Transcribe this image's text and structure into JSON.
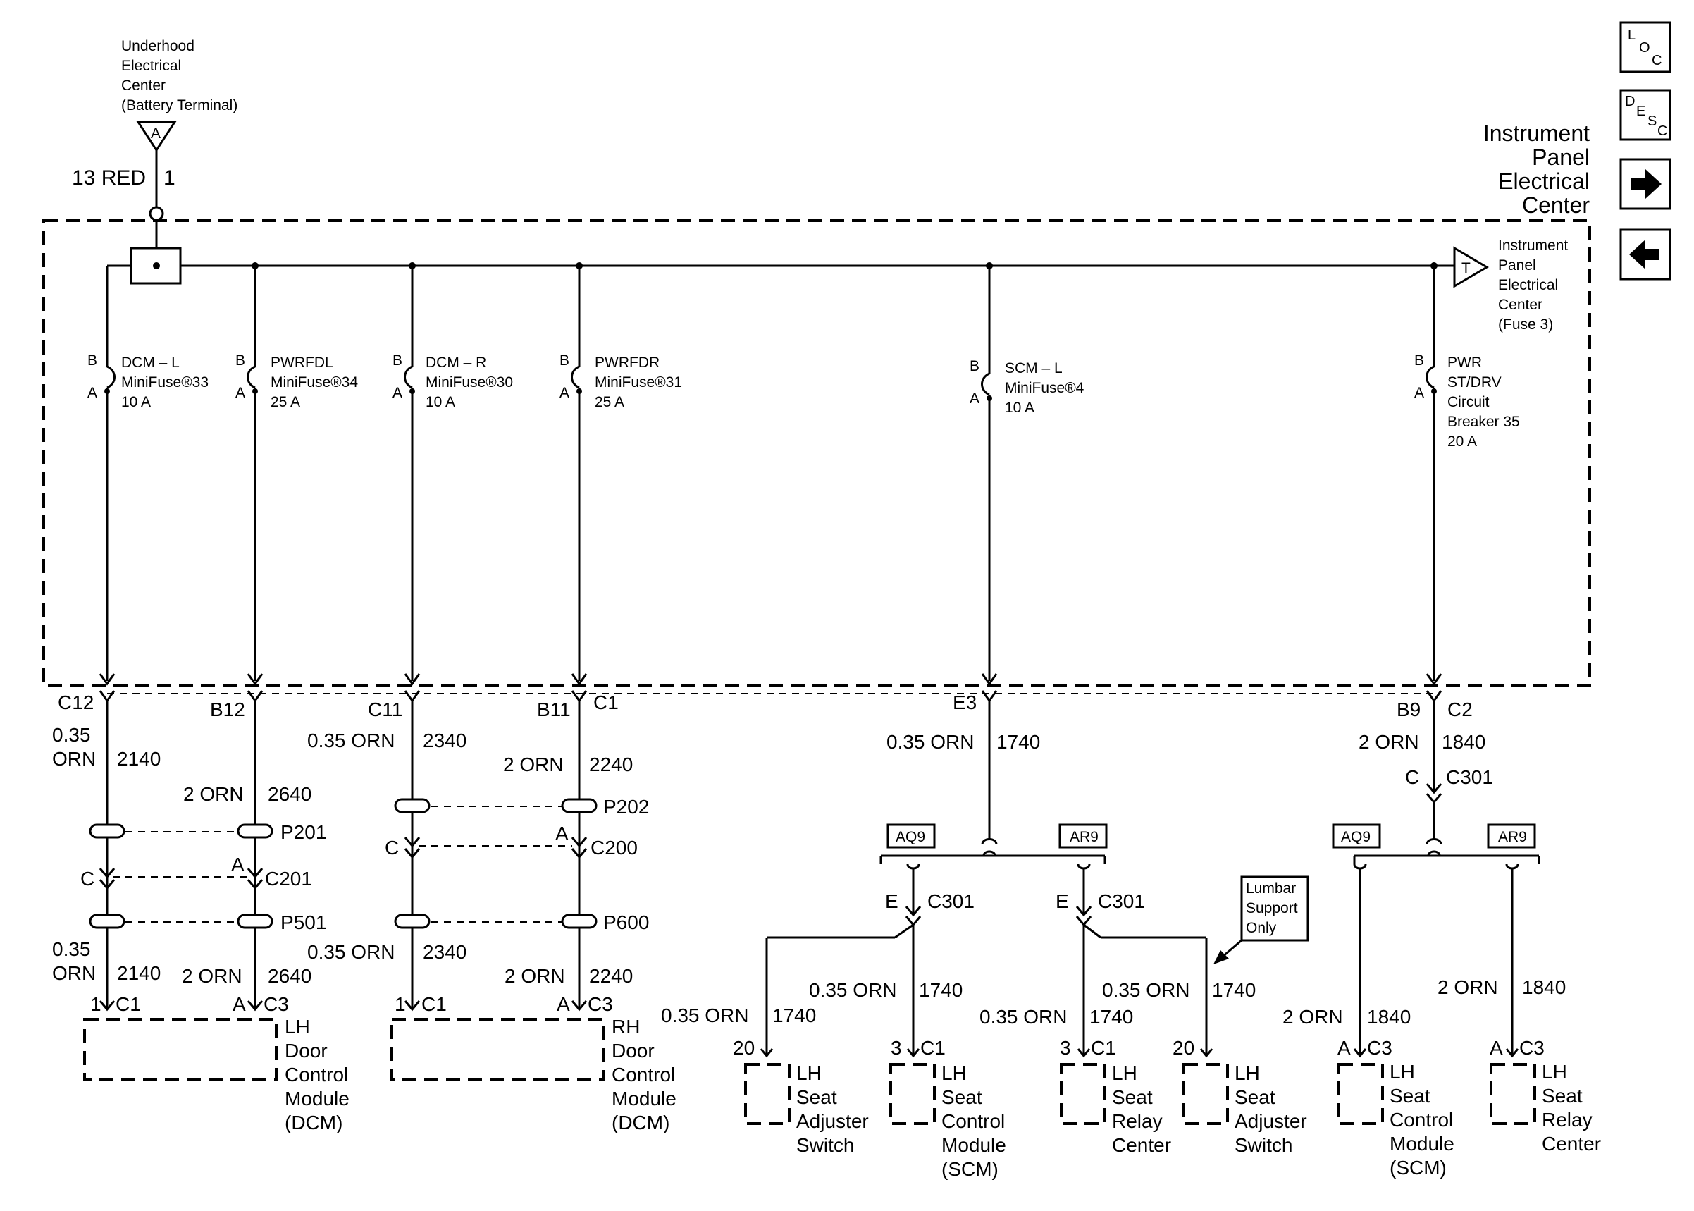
{
  "source": {
    "lines": [
      "Underhood",
      "Electrical",
      "Center",
      "(Battery Terminal)"
    ],
    "terminal": "A",
    "wire": "13 RED",
    "circuit": "1"
  },
  "panel": {
    "title_lines": [
      "Instrument",
      "Panel",
      "Electrical",
      "Center"
    ],
    "ref_terminal": "T",
    "ref_lines": [
      "Instrument",
      "Panel",
      "Electrical",
      "Center",
      "(Fuse 3)"
    ]
  },
  "nav": {
    "loc": [
      "L",
      "O",
      "C"
    ],
    "desc": [
      "D",
      "E",
      "S",
      "C"
    ]
  },
  "fuses": [
    {
      "b": "B",
      "a": "A",
      "lines": [
        "DCM – L",
        "MiniFuse®33",
        "10 A"
      ]
    },
    {
      "b": "B",
      "a": "A",
      "lines": [
        "PWRFDL",
        "MiniFuse®34",
        "25 A"
      ]
    },
    {
      "b": "B",
      "a": "A",
      "lines": [
        "DCM – R",
        "MiniFuse®30",
        "10 A"
      ]
    },
    {
      "b": "B",
      "a": "A",
      "lines": [
        "PWRFDR",
        "MiniFuse®31",
        "25 A"
      ]
    },
    {
      "b": "B",
      "a": "A",
      "lines": [
        "SCM – L",
        "MiniFuse®4",
        "10 A"
      ]
    },
    {
      "b": "B",
      "a": "A",
      "lines": [
        "PWR",
        "ST/DRV",
        "Circuit",
        "Breaker 35",
        "20 A"
      ]
    }
  ],
  "connectors": {
    "c12": "C12",
    "b12": "B12",
    "c11": "C11",
    "b11": "B11",
    "c1": "C1",
    "e3": "E3",
    "b9": "B9",
    "c2": "C2"
  },
  "wires": {
    "orn035": "0.35",
    "orn": "ORN",
    "c2140": "2140",
    "w2orn": "2 ORN",
    "c2640": "2640",
    "w035orn": "0.35 ORN",
    "c2340": "2340",
    "c2240": "2240",
    "c1740": "1740",
    "c1840": "1840"
  },
  "inline": {
    "p201": "P201",
    "c201": "C201",
    "p501": "P501",
    "p202": "P202",
    "c200": "C200",
    "p600": "P600",
    "c": "C",
    "a": "A",
    "e": "E",
    "c301": "C301"
  },
  "options": {
    "aq9": "AQ9",
    "ar9": "AR9"
  },
  "note": [
    "Lumbar",
    "Support",
    "Only"
  ],
  "pins": {
    "p1": "1",
    "pA": "A",
    "p3": "3",
    "p20": "20",
    "c1": "C1",
    "c3": "C3"
  },
  "components": {
    "lh_dcm": [
      "LH",
      "Door",
      "Control",
      "Module",
      "(DCM)"
    ],
    "rh_dcm": [
      "RH",
      "Door",
      "Control",
      "Module",
      "(DCM)"
    ],
    "lh_seat_adj": [
      "LH",
      "Seat",
      "Adjuster",
      "Switch"
    ],
    "lh_scm": [
      "LH",
      "Seat",
      "Control",
      "Module",
      "(SCM)"
    ],
    "lh_relay": [
      "LH",
      "Seat",
      "Relay",
      "Center"
    ]
  }
}
